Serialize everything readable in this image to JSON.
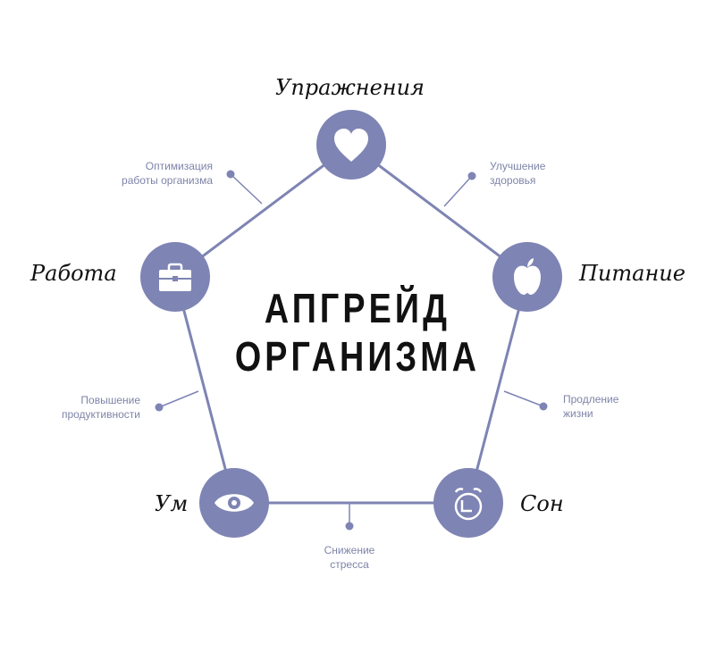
{
  "title": {
    "line1": "АПГРЕЙД",
    "line2": "ОРГАНИЗМА"
  },
  "colors": {
    "node": "#7e84b3",
    "line": "#7e84b3",
    "benefit_text": "#7e84a8"
  },
  "nodes": [
    {
      "label": "Упражнения",
      "icon": "heart-icon"
    },
    {
      "label": "Питание",
      "icon": "apple-icon"
    },
    {
      "label": "Сон",
      "icon": "alarm-clock-icon"
    },
    {
      "label": "Ум",
      "icon": "eye-icon"
    },
    {
      "label": "Работа",
      "icon": "briefcase-icon"
    }
  ],
  "benefits": [
    {
      "line1": "Улучшение",
      "line2": "здоровья"
    },
    {
      "line1": "Продление",
      "line2": "жизни"
    },
    {
      "line1": "Снижение",
      "line2": "стресса"
    },
    {
      "line1": "Повышение",
      "line2": "продуктивности"
    },
    {
      "line1": "Оптимизация",
      "line2": "работы организма"
    }
  ]
}
